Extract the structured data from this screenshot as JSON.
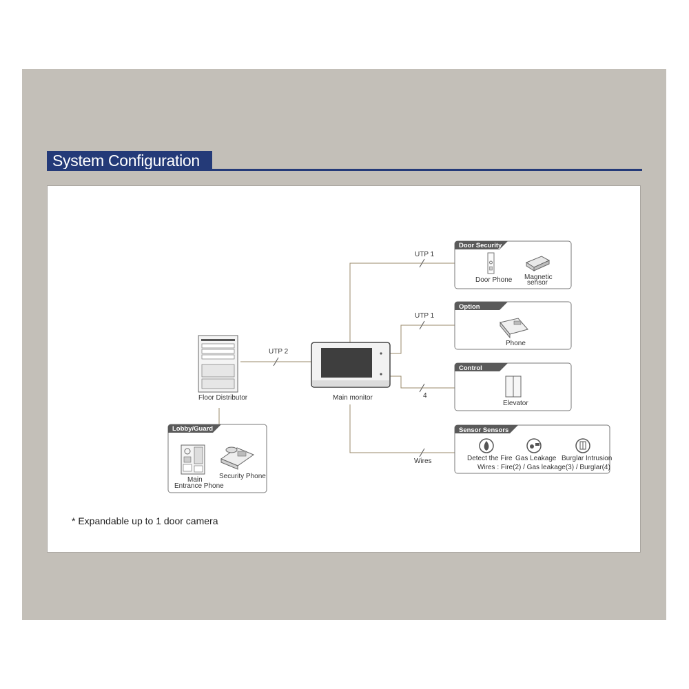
{
  "title": "System Configuration",
  "note": "* Expandable up to 1 door camera",
  "colors": {
    "accent": "#243a78",
    "panel": "#c3bfb8",
    "wire": "#9a8a6a",
    "box_header": "#5a5a5a"
  },
  "devices": {
    "floor_distributor": "Floor Distributor",
    "main_monitor": "Main monitor"
  },
  "links": {
    "utp2": "UTP 2",
    "utp1_door": "UTP 1",
    "utp1_option": "UTP 1",
    "control_count": "4",
    "wires": "Wires"
  },
  "groups": {
    "door_security": {
      "header": "Door Security",
      "door_phone": "Door Phone",
      "magnetic_1": "Magnetic",
      "magnetic_2": "sensor"
    },
    "option": {
      "header": "Option",
      "phone": "Phone"
    },
    "control": {
      "header": "Control",
      "elevator": "Elevator"
    },
    "sensors": {
      "header": "Sensor Sensors",
      "fire": "Detect the Fire",
      "gas": "Gas Leakage",
      "burglar": "Burglar Intrusion",
      "wires_note": "Wires : Fire(2) / Gas leakage(3) / Burglar(4)"
    },
    "lobby": {
      "header": "Lobby/Guard",
      "main_1": "Main",
      "main_2": "Entrance Phone",
      "security": "Security Phone"
    }
  }
}
